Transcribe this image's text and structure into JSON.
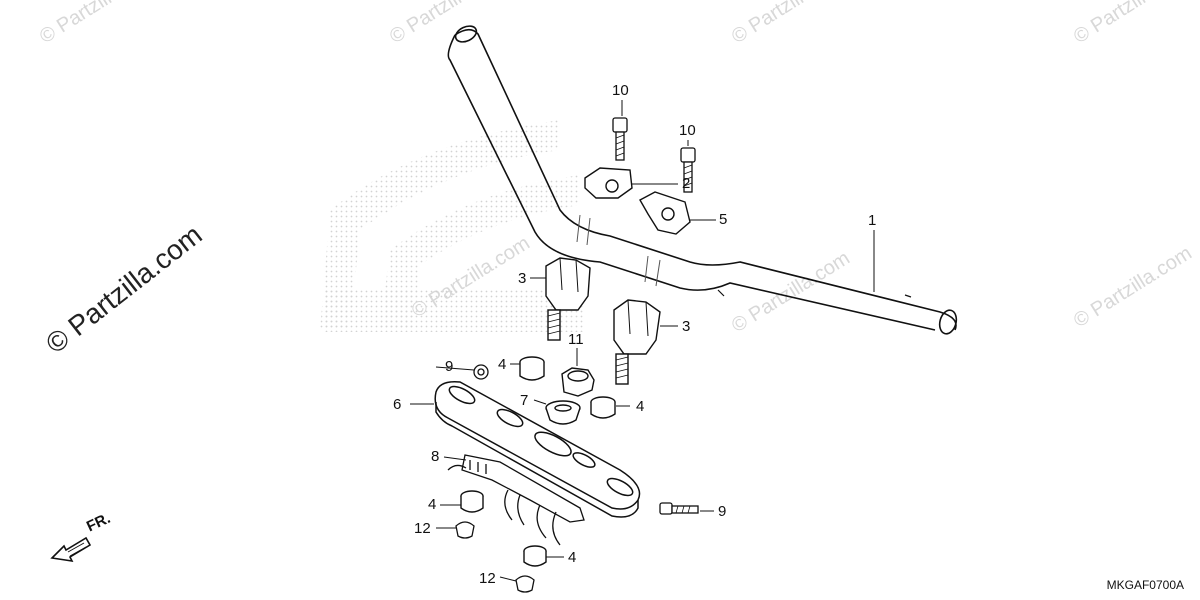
{
  "watermarks": {
    "small": "© Partzilla",
    "small_com": "© Partzilla.com",
    "big": "© Partzilla.com"
  },
  "diagram_code": "MKGAF0700A",
  "direction_label": "FR.",
  "callouts": {
    "handlebar": "1",
    "upper_holder_a": "2",
    "riser_left": "3",
    "riser_right": "3",
    "rubber_a": "4",
    "rubber_b": "4",
    "rubber_c": "4",
    "rubber_d": "4",
    "upper_holder_b": "5",
    "top_bridge": "6",
    "collar": "7",
    "bracket": "8",
    "bolt_small": "9",
    "bolt_flange": "9",
    "bolt_left": "10",
    "bolt_right": "10",
    "nut": "11",
    "cap_a": "12",
    "cap_b": "12"
  },
  "icons": {
    "direction_arrow": "arrow-left-down-icon"
  }
}
